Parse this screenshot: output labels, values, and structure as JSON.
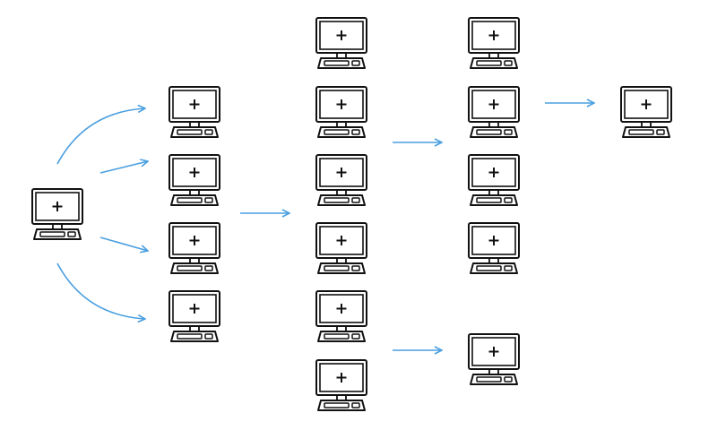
{
  "colors": {
    "arrow": "#4a9fe0",
    "icon": "#111111"
  },
  "icons": {
    "node": "computer-icon"
  },
  "columns": [
    {
      "count": 1
    },
    {
      "count": 4
    },
    {
      "count": 6
    },
    {
      "count": 5
    },
    {
      "count": 1
    }
  ]
}
